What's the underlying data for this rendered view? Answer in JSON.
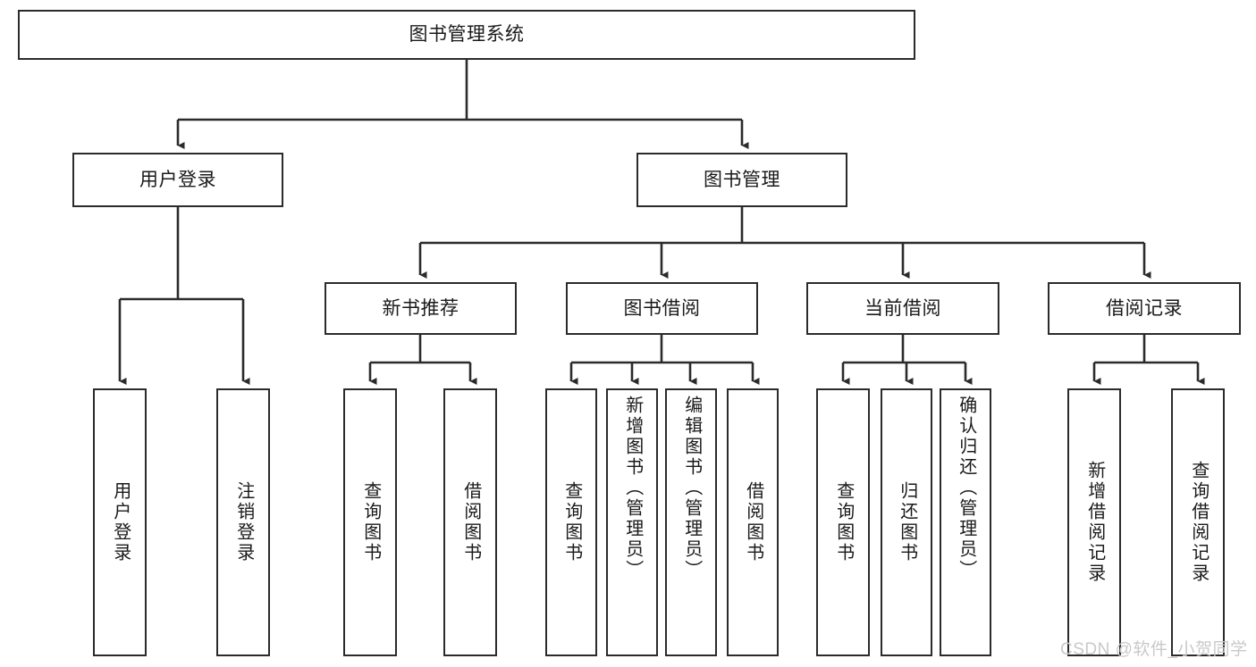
{
  "diagram": {
    "title": "图书管理系统",
    "type": "tree-hierarchy",
    "root": {
      "label": "图书管理系统"
    },
    "level2": [
      {
        "label": "用户登录"
      },
      {
        "label": "图书管理"
      }
    ],
    "level3": [
      {
        "label": "新书推荐"
      },
      {
        "label": "图书借阅"
      },
      {
        "label": "当前借阅"
      },
      {
        "label": "借阅记录"
      }
    ],
    "leaves": {
      "user_login": [
        {
          "label": "用户登录"
        },
        {
          "label": "注销登录"
        }
      ],
      "new_book_recommend": [
        {
          "label": "查询图书"
        },
        {
          "label": "借阅图书"
        }
      ],
      "book_borrow": [
        {
          "label": "查询图书"
        },
        {
          "label": "新增图书（管理员）"
        },
        {
          "label": "编辑图书（管理员）"
        },
        {
          "label": "借阅图书"
        }
      ],
      "current_borrow": [
        {
          "label": "查询图书"
        },
        {
          "label": "归还图书"
        },
        {
          "label": "确认归还（管理员）"
        }
      ],
      "borrow_record": [
        {
          "label": "新增借阅记录"
        },
        {
          "label": "查询借阅记录"
        }
      ]
    }
  },
  "watermark": {
    "text": "CSDN @软件_小贺同学"
  },
  "colors": {
    "stroke": "#2b2b2b",
    "fill": "#ffffff",
    "text": "#1a1a1a",
    "watermark": "#c9c9c9"
  }
}
